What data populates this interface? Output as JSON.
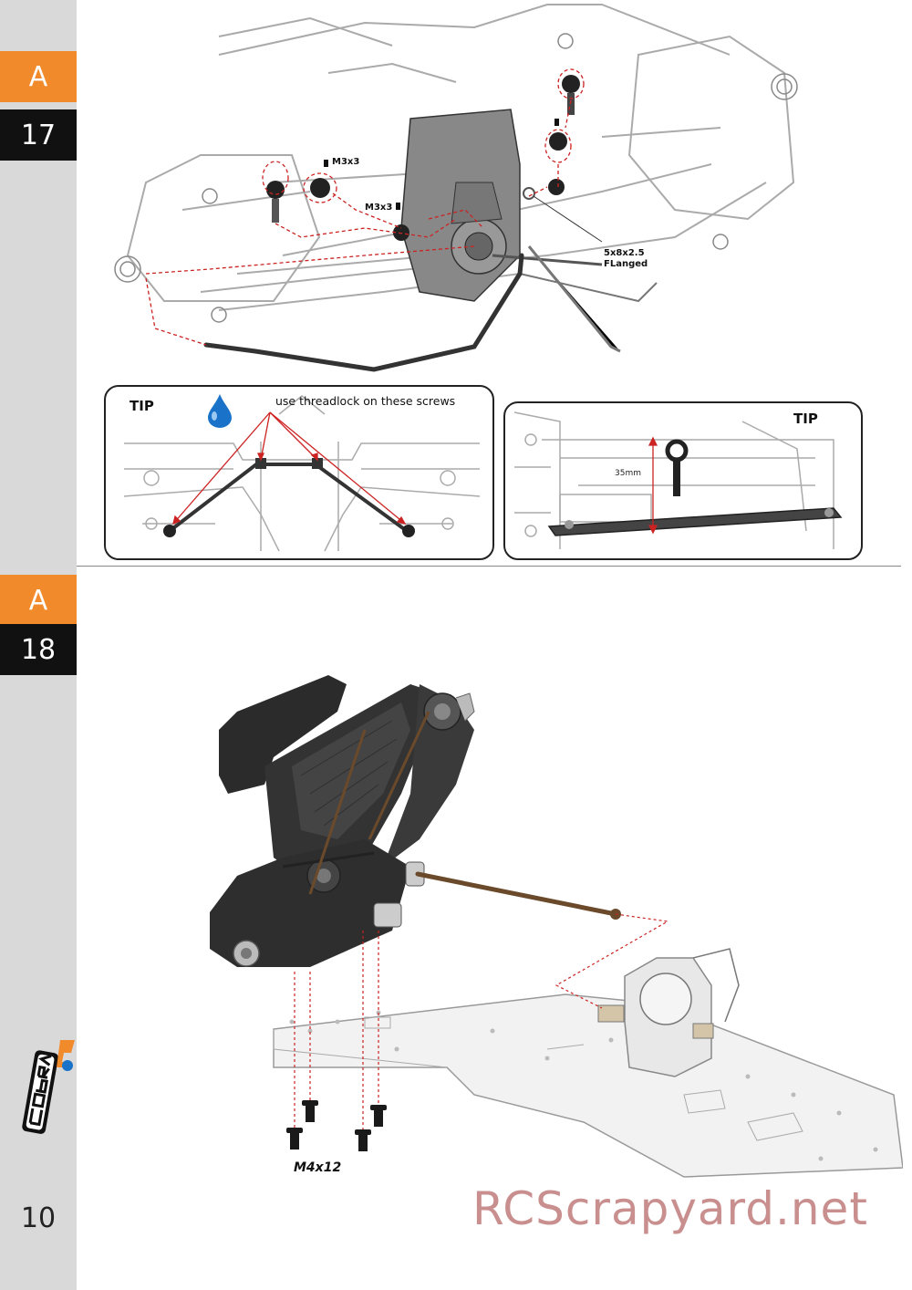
{
  "sidebar": {
    "steps": [
      {
        "letter": "A",
        "number": "17"
      },
      {
        "letter": "A",
        "number": "18"
      }
    ],
    "page_number": "10",
    "logo_icon": "cobra-gt-logo"
  },
  "step17": {
    "labels": {
      "m3x3_a": "M3x3",
      "m3x3_b": "M3x3",
      "bearing_line1": "5x8x2.5",
      "bearing_line2": "FLanged"
    },
    "tip_left": {
      "title": "TIP",
      "note": "use threadlock on these screws",
      "icon": "threadlock-drop-icon"
    },
    "tip_right": {
      "title": "TIP",
      "measurement": "35mm"
    }
  },
  "step18": {
    "screw_label": "M4x12"
  },
  "watermark": "RCScrapyard.net",
  "colors": {
    "accent_orange": "#f18a2b",
    "sidebar_gray": "#d9d9d9",
    "number_black": "#111111",
    "guide_red": "#cc2222",
    "drop_blue": "#1a73c8"
  }
}
